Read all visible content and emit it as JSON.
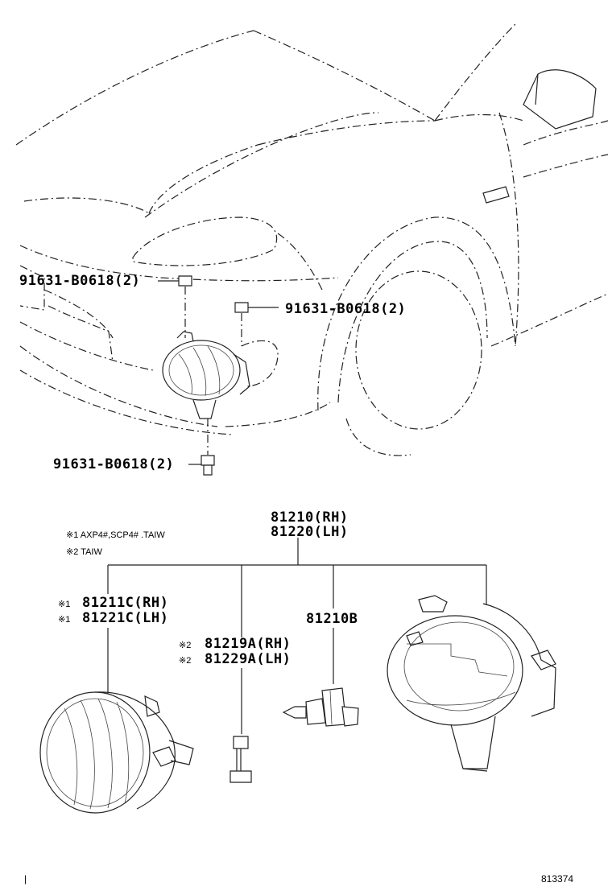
{
  "callouts": {
    "bolt_left": "91631-B0618(2)",
    "bolt_right": "91631-B0618(2)",
    "bolt_bottom": "91631-B0618(2)",
    "assy_rh": "81210(RH)",
    "assy_lh": "81220(LH)",
    "lens_rh": "81211C(RH)",
    "lens_lh": "81221C(LH)",
    "socket_rh": "81219A(RH)",
    "socket_lh": "81229A(LH)",
    "bulb": "81210B"
  },
  "markers": {
    "mark1": "※1",
    "mark2": "※2"
  },
  "notes": {
    "note1": "※1 AXP4#,SCP4# .TAIW",
    "note2": "※2 TAIW"
  },
  "footer": {
    "left_mark": "|",
    "diagram_id": "813374"
  }
}
